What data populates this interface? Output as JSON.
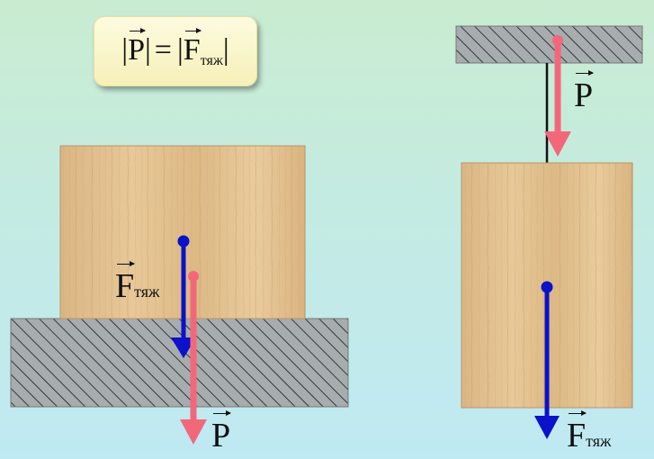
{
  "formula": {
    "bar_left": "|",
    "p_symbol": "P",
    "bar_mid": "|",
    "equals": "=",
    "bar_left2": "|",
    "f_symbol": "F",
    "f_subscript": "тяж",
    "bar_right": "|"
  },
  "labels": {
    "left_gravity": {
      "symbol": "F",
      "subscript": "тяж"
    },
    "left_weight": {
      "symbol": "P"
    },
    "right_weight": {
      "symbol": "P"
    },
    "right_gravity": {
      "symbol": "F",
      "subscript": "тяж"
    }
  },
  "colors": {
    "gravity_arrow": "#0b12c8",
    "weight_arrow": "#f2687a",
    "hatch_fill": "#a7acae",
    "wood": "#e2c08f",
    "box": "#f8f3c6"
  }
}
